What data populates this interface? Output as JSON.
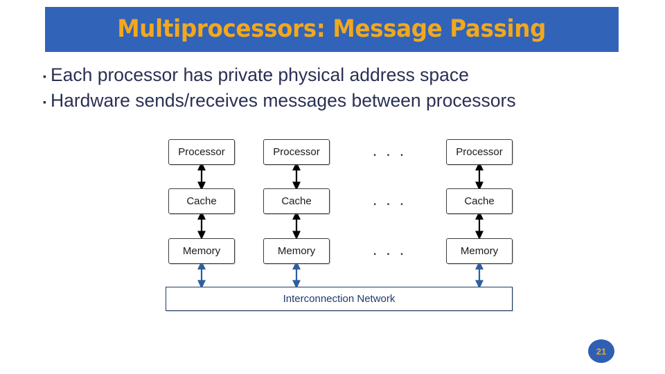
{
  "slide": {
    "title": "Multiprocessors: Message Passing",
    "title_bg_color": "#3163B8",
    "title_text_color": "#F2A81D",
    "bullet_marker": "▪",
    "bullets": [
      {
        "text": "Each processor has private physical address space"
      },
      {
        "text": "Hardware sends/receives messages between processors"
      }
    ],
    "page_number": "21",
    "page_badge_color": "#2F5FB4",
    "page_number_color": "#D9A93A"
  },
  "diagram": {
    "ellipsis_symbol": ". . .",
    "columns": [
      {
        "processor": "Processor",
        "cache": "Cache",
        "memory": "Memory"
      },
      {
        "processor": "Processor",
        "cache": "Cache",
        "memory": "Memory"
      },
      {
        "processor": "Processor",
        "cache": "Cache",
        "memory": "Memory"
      }
    ],
    "interconnect": {
      "label": "Interconnection Network",
      "border_color": "#1F3A5F",
      "text_color": "#1F3A6E"
    },
    "arrow_color_internal": "#000000",
    "arrow_color_bus": "#2E5E9E"
  }
}
